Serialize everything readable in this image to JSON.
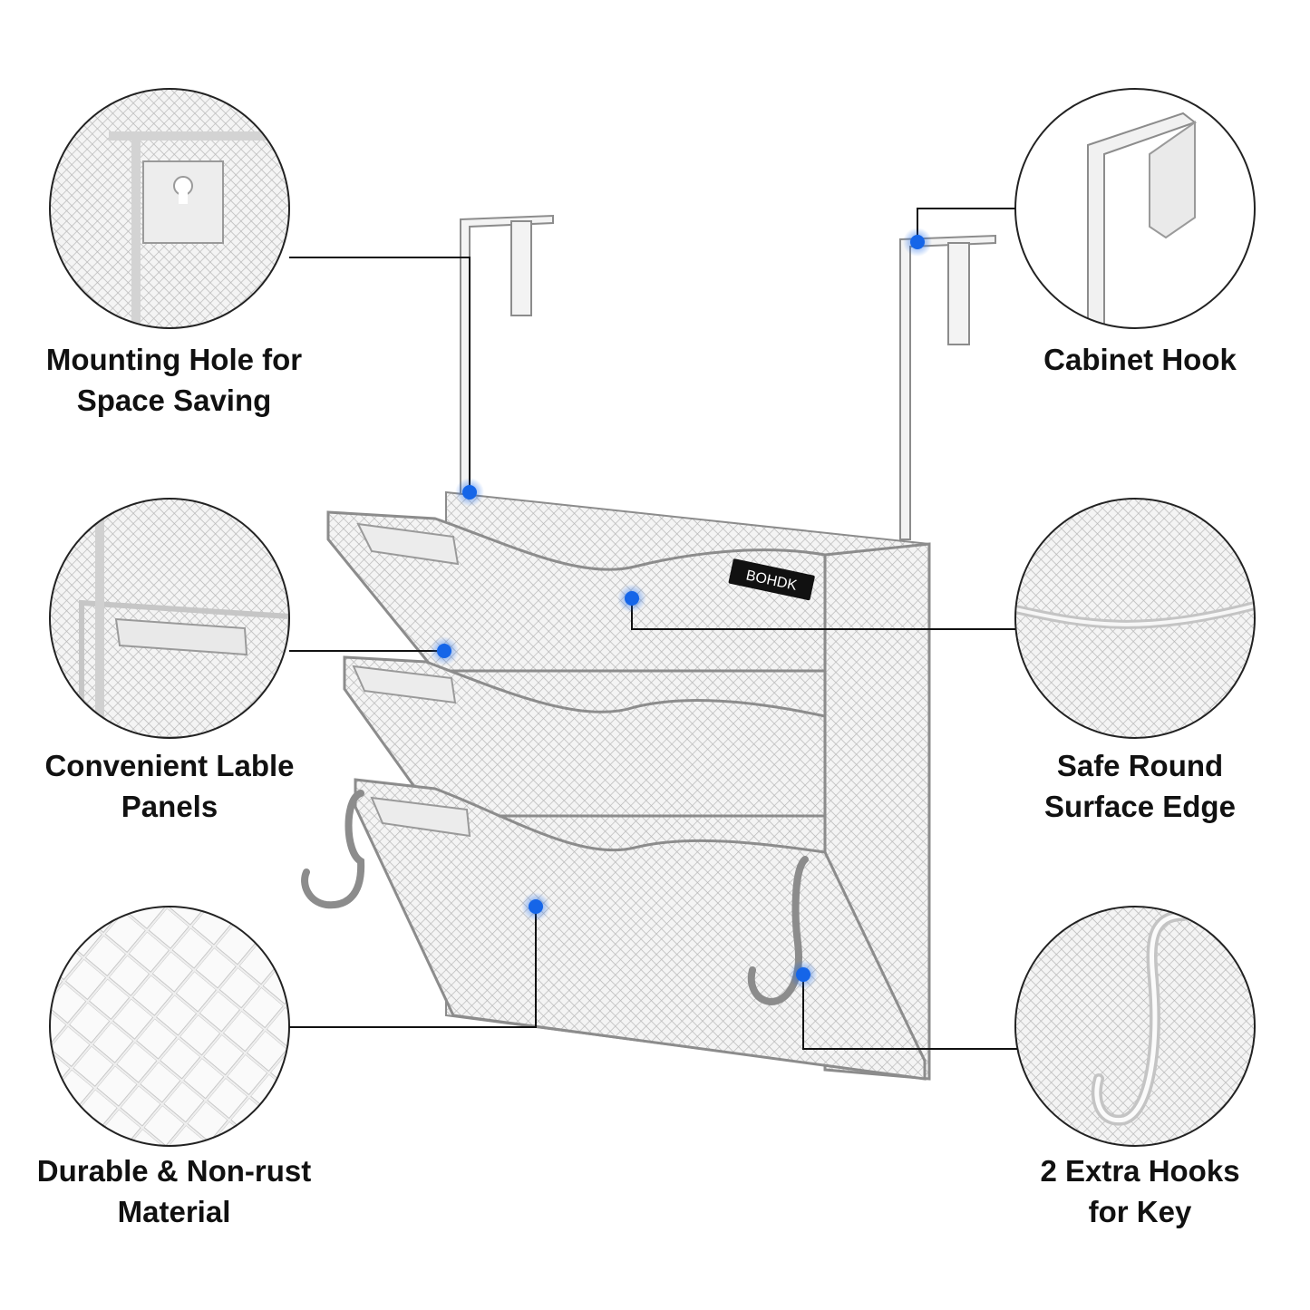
{
  "brand": {
    "name": "BOHDK"
  },
  "features": [
    {
      "id": "mounting-hole",
      "lines": [
        "Mounting Hole for",
        "Space Saving"
      ]
    },
    {
      "id": "cabinet-hook",
      "lines": [
        "Cabinet Hook"
      ]
    },
    {
      "id": "label-panels",
      "lines": [
        "Convenient Lable",
        "Panels"
      ]
    },
    {
      "id": "round-edge",
      "lines": [
        "Safe Round",
        "Surface Edge"
      ]
    },
    {
      "id": "material",
      "lines": [
        "Durable & Non-rust",
        "Material"
      ]
    },
    {
      "id": "extra-hooks",
      "lines": [
        "2 Extra Hooks",
        "for Key"
      ]
    }
  ],
  "colors": {
    "marker": "#1565e8",
    "line": "#111111",
    "metal": "#eeeeee",
    "outline": "#8c8c8c"
  }
}
